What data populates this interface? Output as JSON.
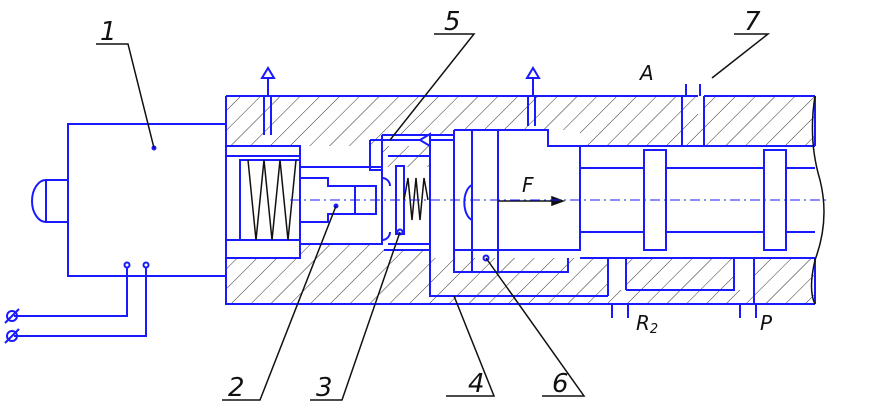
{
  "diagram": {
    "colors": {
      "body_outline": "#1a1aff",
      "hatch": "#222222",
      "leader": "#111111",
      "background": "#ffffff"
    },
    "callouts": {
      "electromagnet": "1",
      "plunger": "2",
      "ball_valve": "3",
      "drain_channel": "4",
      "pilot_chamber": "5",
      "piston": "6",
      "valve_body": "7"
    },
    "ports": {
      "a": "A",
      "r_main": "R",
      "r_sub": "2",
      "p": "P"
    },
    "force_label": "F"
  }
}
